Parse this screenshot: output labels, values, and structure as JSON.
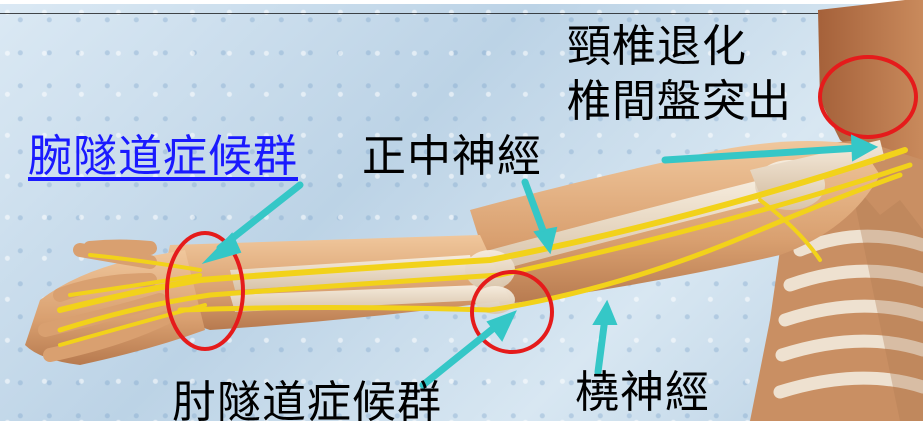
{
  "labels": {
    "carpal_tunnel": "腕隧道症候群",
    "median_nerve": "正中神經",
    "cervical_line1": "頸椎退化",
    "cervical_line2": "椎間盤突出",
    "cubital_tunnel": "肘隧道症候群",
    "radial_nerve": "橈神經"
  },
  "colors": {
    "nerve": "#f2d21a",
    "arrow": "#35c7c7",
    "circle": "#e51b1b",
    "link": "#1a1aff",
    "skin": "#e9b98c"
  }
}
